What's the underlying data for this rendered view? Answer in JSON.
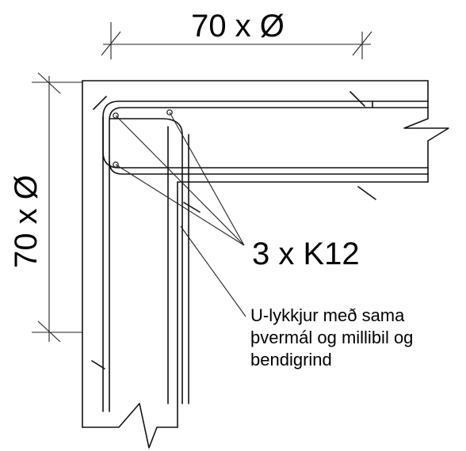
{
  "dimensions": {
    "top": "70 x Ø",
    "left": "70 x Ø"
  },
  "rebar_label": "3 x K12",
  "note_lines": [
    "U-lykkjur með sama",
    "þvermál og millibil og",
    "bendigrind"
  ]
}
